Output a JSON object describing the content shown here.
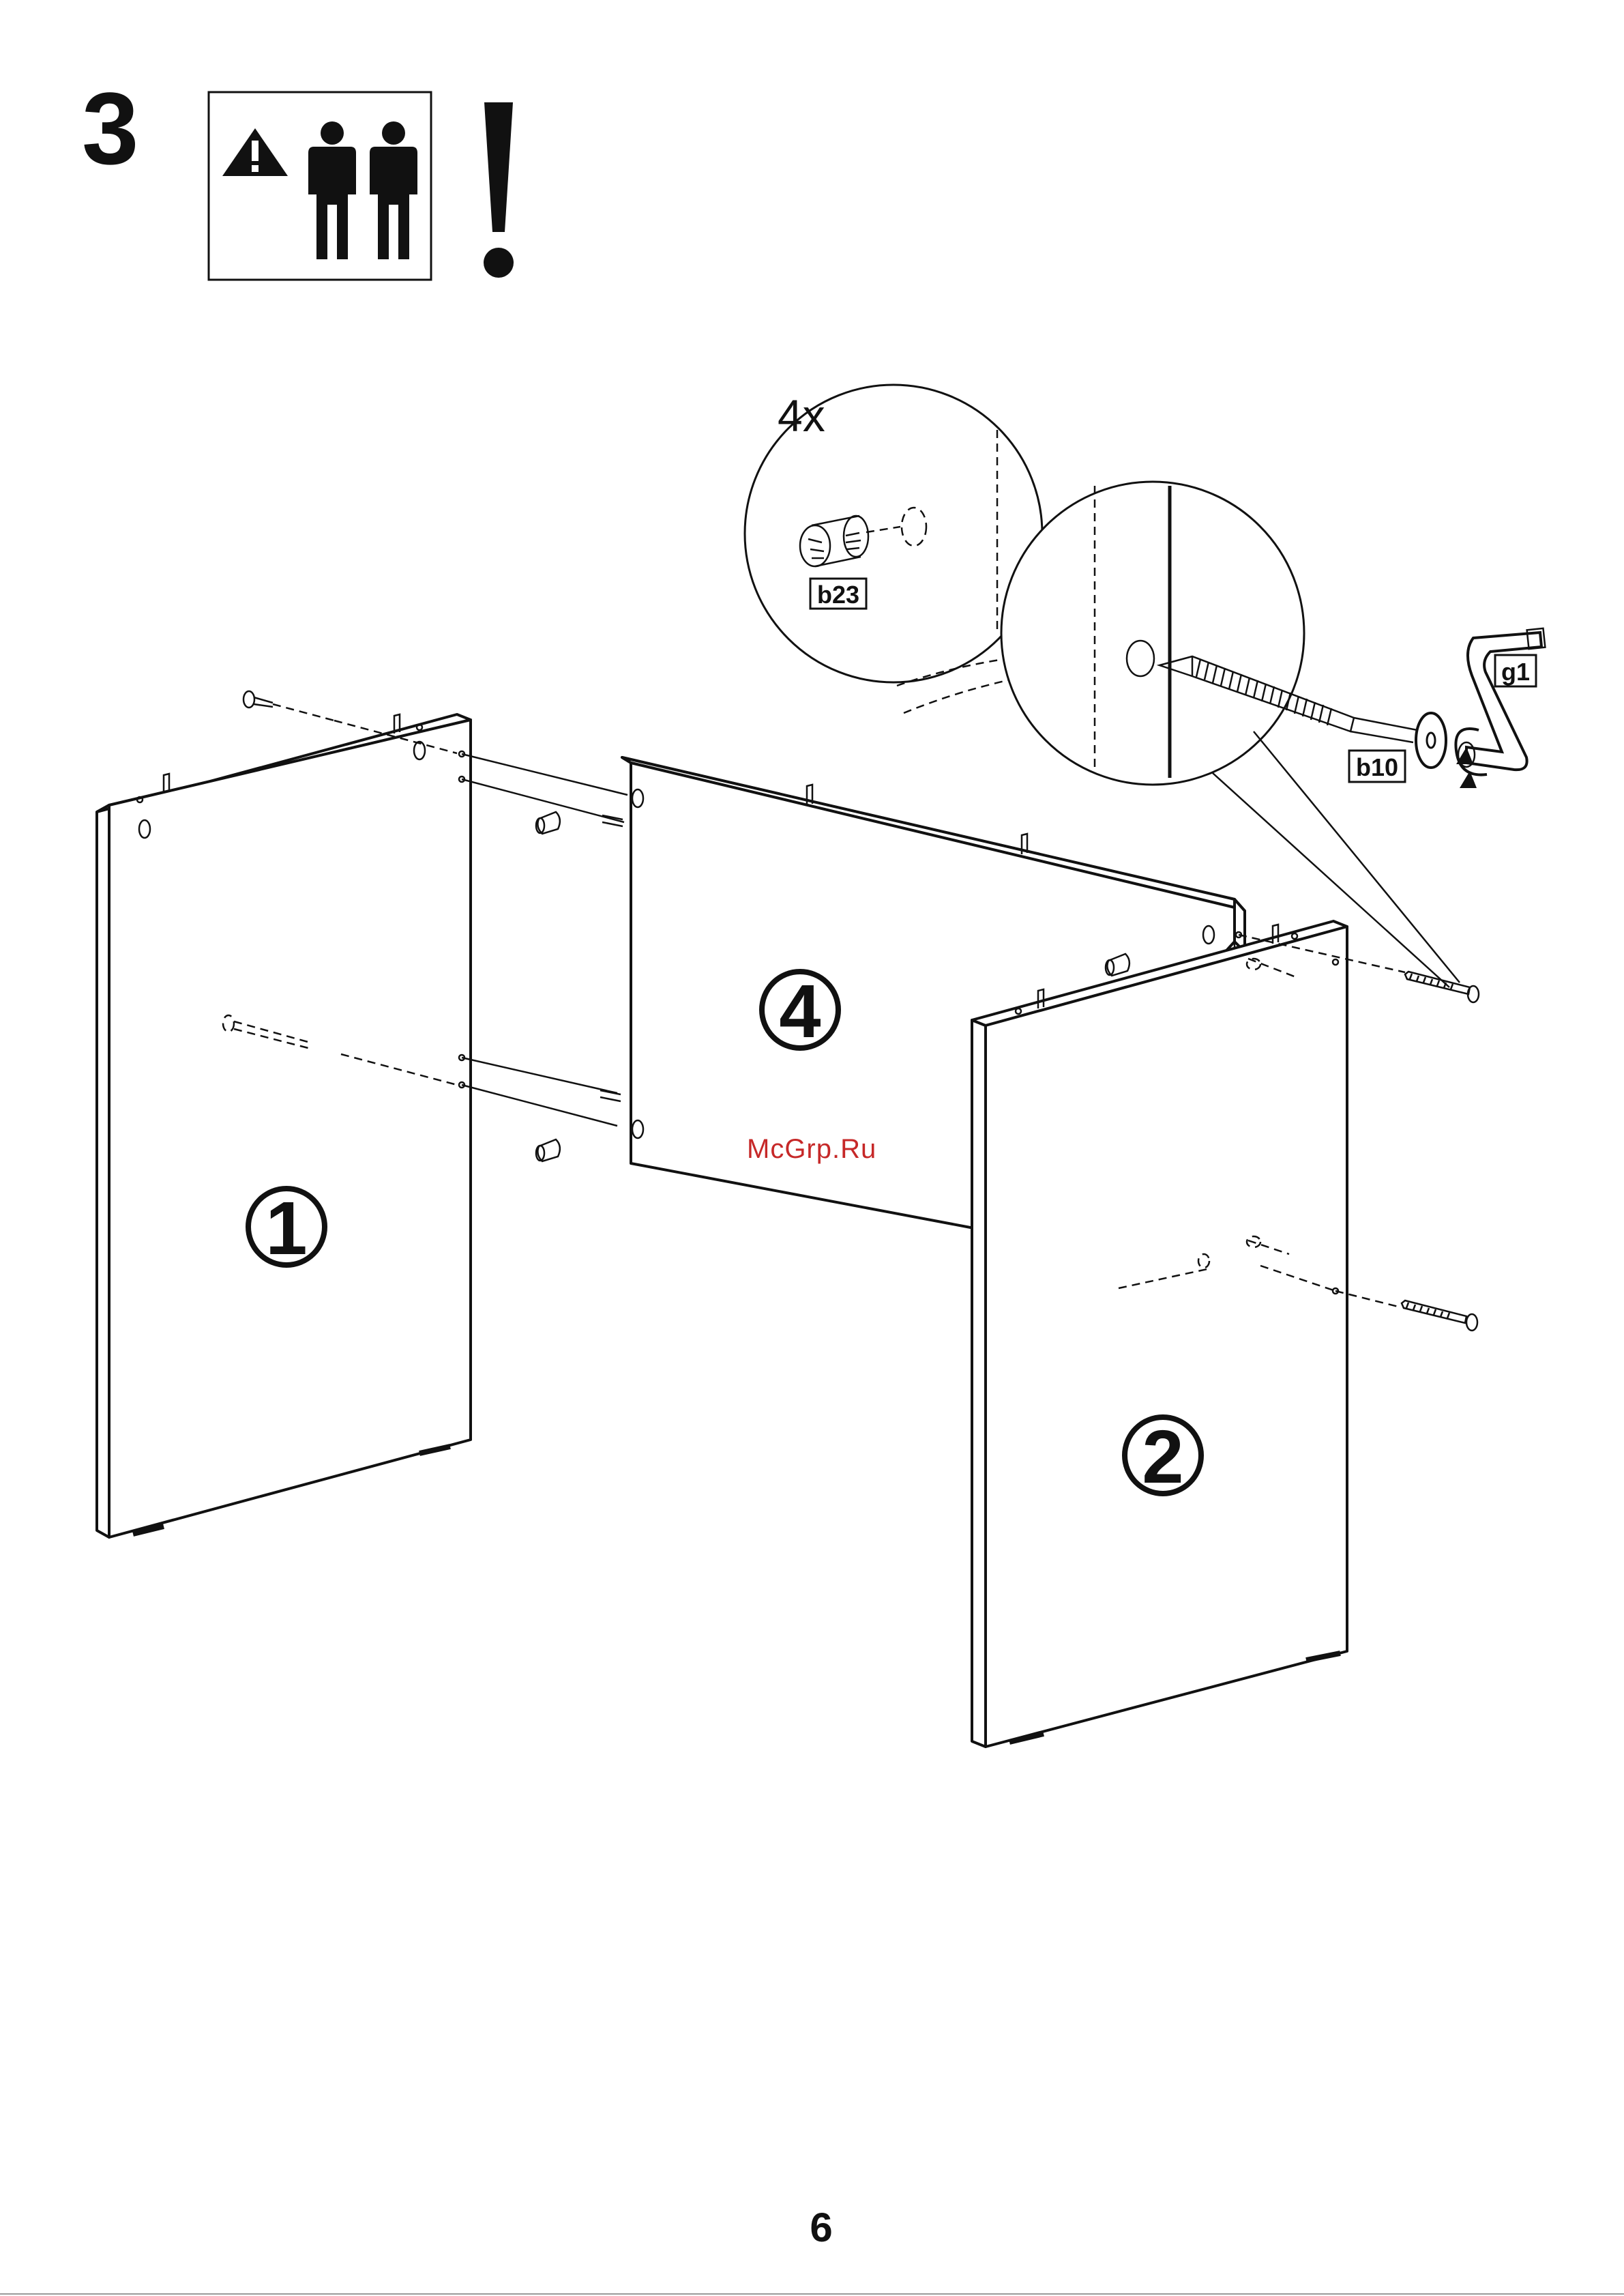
{
  "step": {
    "number": "3"
  },
  "warning": {
    "people_icon": "two-persons-icon",
    "hazard_icon": "warning-triangle-icon",
    "exclaim_icon": "exclamation-mark-icon"
  },
  "detail": {
    "quantity": "4x",
    "part_cam": "b23",
    "part_bolt": "b10",
    "part_tool": "g1"
  },
  "panels": {
    "left": "1",
    "right": "2",
    "back": "4"
  },
  "watermark": "McGrp.Ru",
  "page": {
    "number": "6"
  },
  "colors": {
    "ink": "#111111",
    "watermark": "#c62828"
  }
}
